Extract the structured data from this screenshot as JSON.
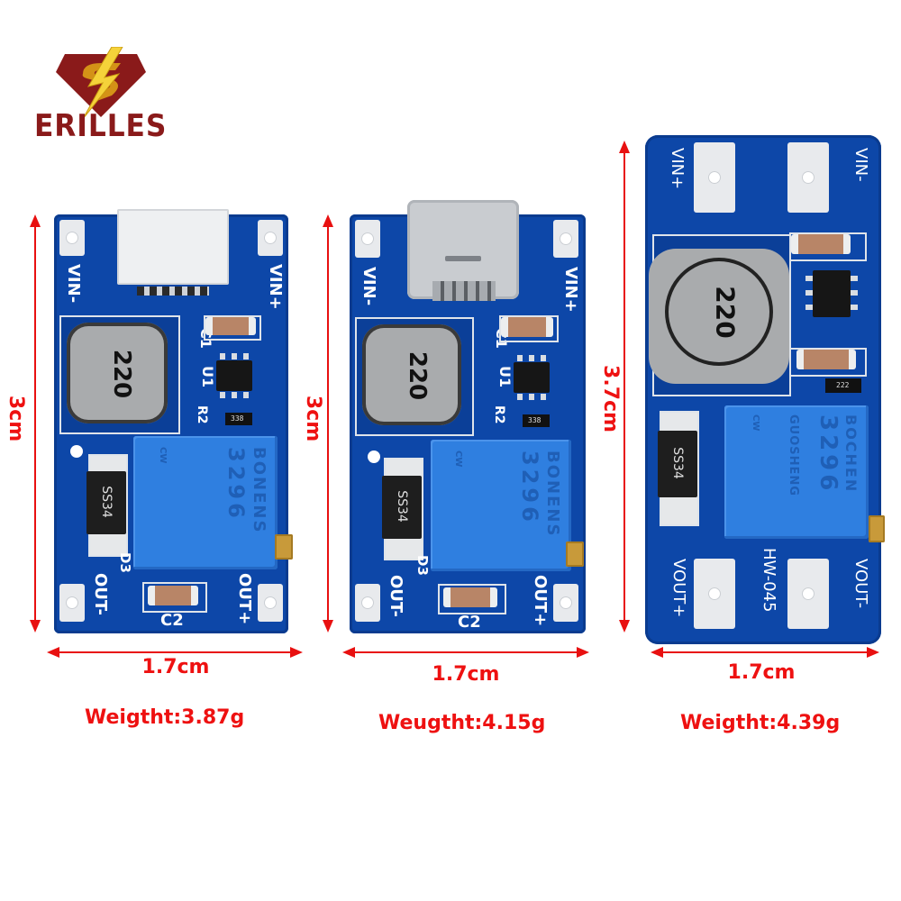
{
  "brand": {
    "name": "ERILLES",
    "logo_colors": {
      "shield": "#8a1a1a",
      "bolt": "#f2c12e"
    }
  },
  "annotation_color": "#ee1111",
  "boards": [
    {
      "id": "micro-usb",
      "connector": "Micro USB",
      "height_label": "3cm",
      "width_label": "1.7cm",
      "weight_label": "Weigtht:3.87g",
      "silkscreen": {
        "vin_minus": "VIN-",
        "vin_plus": "VIN+",
        "c1": "C1",
        "u1": "U1",
        "r2": "R2",
        "d3": "D3",
        "c2": "C2",
        "out_minus": "OUT-",
        "out_plus": "OUT+"
      },
      "inductor": "220",
      "diode": "SS34",
      "resistor": "338",
      "pot": {
        "brand": "BONENS",
        "model": "3296",
        "marks": "CW"
      }
    },
    {
      "id": "usb-c",
      "connector": "USB Type-C",
      "height_label": "3cm",
      "width_label": "1.7cm",
      "weight_label": "Weugtht:4.15g",
      "silkscreen": {
        "vin_minus": "VIN-",
        "vin_plus": "VIN+",
        "c1": "C1",
        "u1": "U1",
        "r2": "R2",
        "d3": "D3",
        "c2": "C2",
        "out_minus": "OUT-",
        "out_plus": "OUT+"
      },
      "inductor": "220",
      "diode": "SS34",
      "resistor": "338",
      "pot": {
        "brand": "BONENS",
        "model": "3296",
        "marks": "CW"
      }
    },
    {
      "id": "hw-045",
      "connector": "Solder pads",
      "height_label": "3.7cm",
      "width_label": "1.7cm",
      "weight_label": "Weigtht:4.39g",
      "silkscreen": {
        "vin_plus": "VIN+",
        "vin_minus": "VIN-",
        "vout_plus": "VOUT+",
        "vout_minus": "VOUT-",
        "model": "HW-045"
      },
      "inductor": "220",
      "diode": "SS34",
      "resistor": "222",
      "pot": {
        "brand": "BOCHEN",
        "model": "3296",
        "maker": "GUOSHENG",
        "marks": "CW"
      }
    }
  ]
}
